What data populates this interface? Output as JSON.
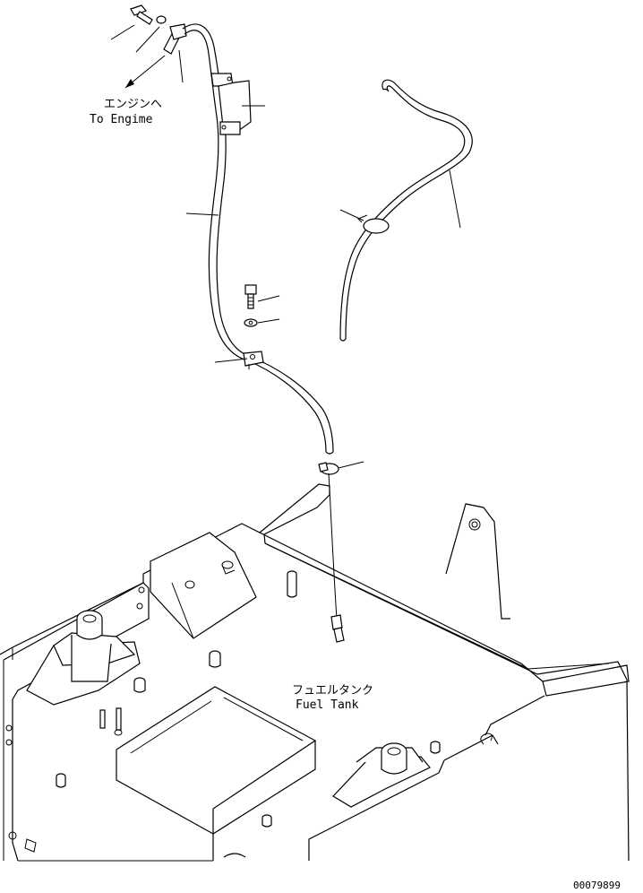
{
  "labels": {
    "engine_jp": "エンジンへ",
    "engine_en": "To Engime",
    "tank_jp": "フュエルタンク",
    "tank_en": "Fuel Tank",
    "drawing_number": "00079899"
  }
}
